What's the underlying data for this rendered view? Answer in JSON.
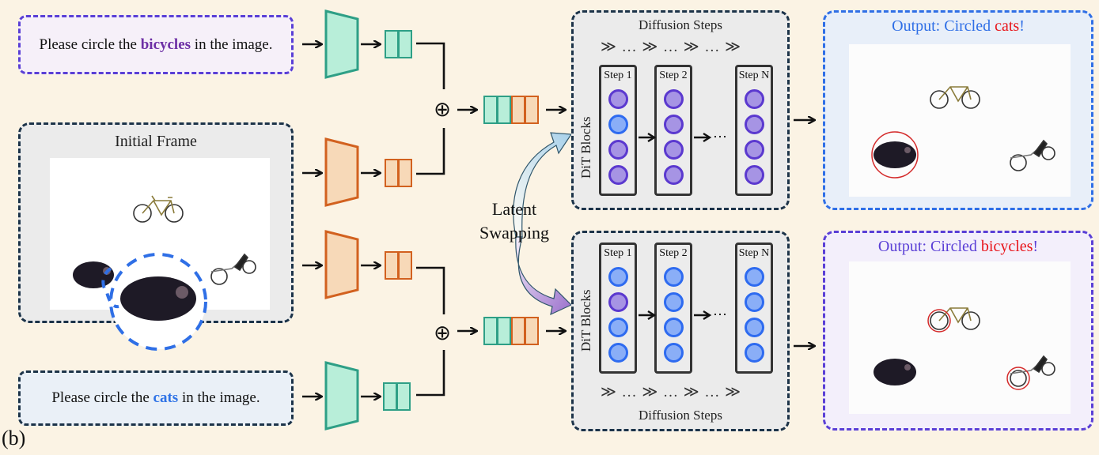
{
  "figure_label": "(b)",
  "colors": {
    "background": "#fbf3e4",
    "text_encoder_fill": "#b8eed9",
    "text_encoder_stroke": "#2e9f86",
    "image_encoder_fill": "#f7d9b8",
    "image_encoder_stroke": "#d2611f",
    "node_purple": "#a694e4",
    "node_blue": "#8aaef7",
    "highlight_red": "#e8141a",
    "accent_blue": "#2f6fe6",
    "accent_purple": "#5a3fd6"
  },
  "prompts": {
    "top": {
      "prefix": "Please circle the ",
      "keyword": "bicycles",
      "suffix": " in the image."
    },
    "bottom": {
      "prefix": "Please circle the ",
      "keyword": "cats",
      "suffix": " in the image."
    }
  },
  "initial_frame": {
    "title": "Initial Frame",
    "objects": [
      "bicycle",
      "recumbent bicycle",
      "cat",
      "cat (zoomed)"
    ]
  },
  "latent_swapping": {
    "line1": "Latent",
    "line2": "Swapping"
  },
  "dit_top": {
    "title": "Diffusion Steps",
    "chevrons": "≫ … ≫ … ≫ … ≫",
    "side_label": "DiT Blocks",
    "steps": [
      {
        "label": "Step 1",
        "nodes": [
          "purple",
          "blue",
          "purple",
          "purple"
        ]
      },
      {
        "label": "Step 2",
        "nodes": [
          "purple",
          "purple",
          "purple",
          "purple"
        ]
      },
      {
        "label": "Step N",
        "nodes": [
          "purple",
          "purple",
          "purple",
          "purple"
        ]
      }
    ],
    "ellipsis": "⋯"
  },
  "dit_bottom": {
    "title": "Diffusion Steps",
    "chevrons": "≫ … ≫ … ≫ … ≫",
    "side_label": "DiT Blocks",
    "steps": [
      {
        "label": "Step 1",
        "nodes": [
          "blue",
          "purple",
          "blue",
          "blue"
        ]
      },
      {
        "label": "Step 2",
        "nodes": [
          "blue",
          "blue",
          "blue",
          "blue"
        ]
      },
      {
        "label": "Step N",
        "nodes": [
          "blue",
          "blue",
          "blue",
          "blue"
        ]
      }
    ],
    "ellipsis": "⋯"
  },
  "outputs": {
    "top": {
      "prefix": "Output: Circled ",
      "keyword": "cats",
      "suffix": "!",
      "circled": "cat"
    },
    "bottom": {
      "prefix": "Output: Circled ",
      "keyword": "bicycles",
      "suffix": "!",
      "circled": "bicycle wheels"
    }
  },
  "concat_symbol": "⊕"
}
